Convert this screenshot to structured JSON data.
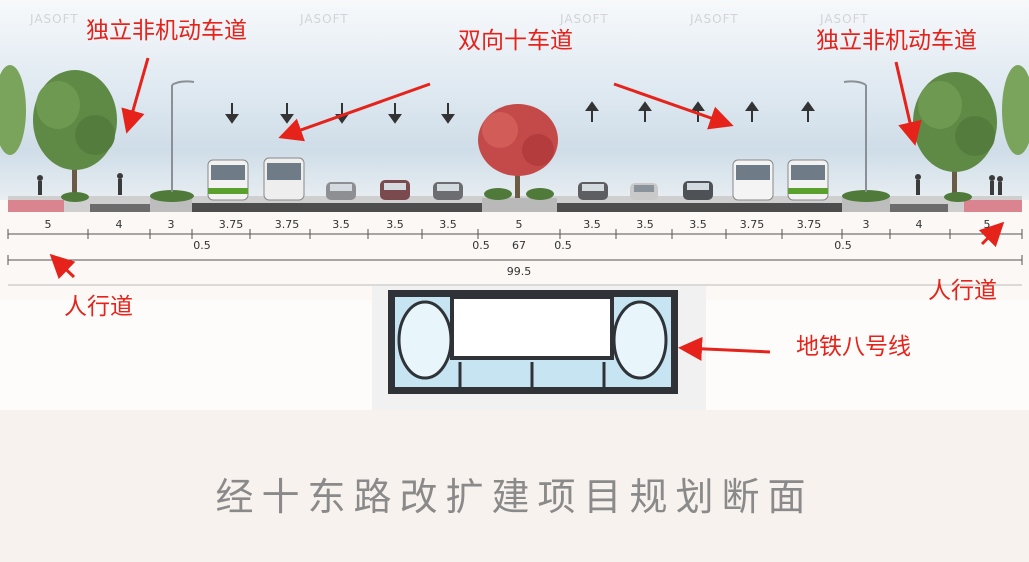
{
  "labels": {
    "left_bike_lane": "独立非机动车道",
    "right_bike_lane": "独立非机动车道",
    "traffic_lanes": "双向十车道",
    "left_sidewalk": "人行道",
    "right_sidewalk": "人行道",
    "subway": "地铁八号线"
  },
  "dimensions": {
    "segments": [
      "5",
      "4",
      "3",
      "3.75",
      "3.75",
      "3.5",
      "3.5",
      "3.5",
      "5",
      "3.5",
      "3.5",
      "3.5",
      "3.75",
      "3.75",
      "3",
      "4",
      "5"
    ],
    "gap_left_outer": "0.5",
    "gap_left_median": "0.5",
    "gap_right_median": "0.5",
    "gap_right_outer": "0.5",
    "carriageway_total": "67",
    "overall_total": "99.5"
  },
  "watermark": "JASOFT",
  "caption": "经十东路改扩建项目规划断面",
  "colors": {
    "annotation": "#e5231b",
    "caption": "#8a8a8a",
    "sidewalk": "#d9848e",
    "road": "#4d4d4d",
    "tunnel_fill": "#c6e4f2"
  }
}
